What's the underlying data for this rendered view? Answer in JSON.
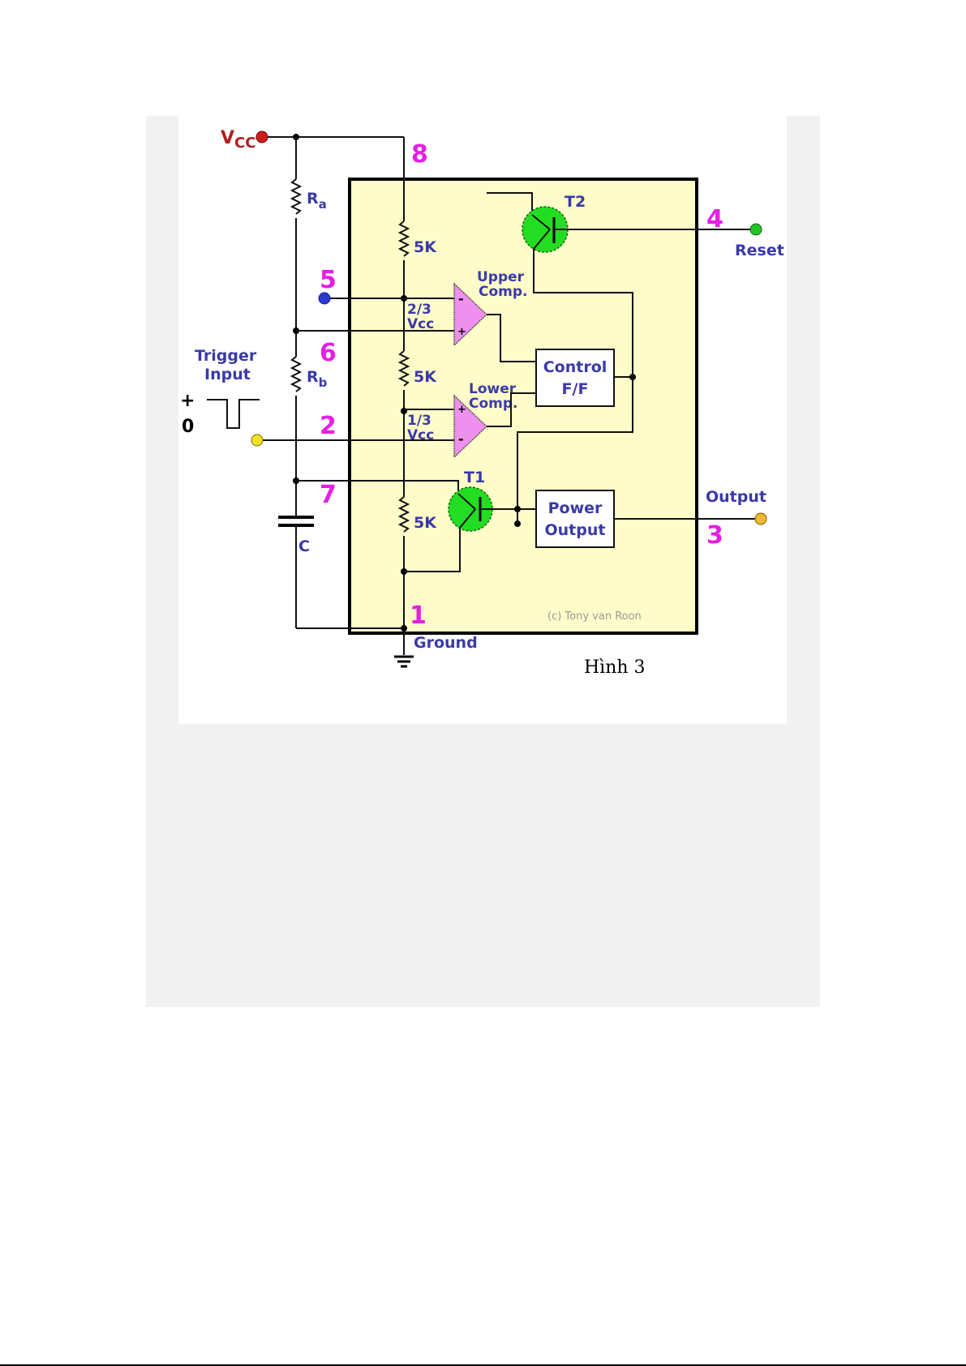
{
  "figure": {
    "caption": "Hình 3",
    "credit": "(c) Tony van Roon",
    "supply": {
      "label_main": "V",
      "label_sub": "CC",
      "color": "#cc1e1e"
    },
    "pins": {
      "p8": "8",
      "p4": "4",
      "p5": "5",
      "p6": "6",
      "p2": "2",
      "p7": "7",
      "p3": "3",
      "p1": "1"
    },
    "terminals": {
      "reset": {
        "label": "Reset",
        "color": "#22c322"
      },
      "control": {
        "color": "#2a3ad0"
      },
      "trigger": {
        "color": "#f2e02a"
      },
      "output": {
        "label": "Output",
        "color": "#f2b830"
      },
      "ground": {
        "label": "Ground"
      }
    },
    "external": {
      "ra": {
        "main": "R",
        "sub": "a"
      },
      "rb": {
        "main": "R",
        "sub": "b"
      },
      "capacitor": "C",
      "trigger_label_1": "Trigger",
      "trigger_label_2": "Input",
      "trigger_high": "+",
      "trigger_low": "0"
    },
    "internal": {
      "divider_resistor": "5K",
      "upper_comp_1": "Upper",
      "upper_comp_2": "Comp.",
      "lower_comp_1": "Lower",
      "lower_comp_2": "Comp.",
      "upper_ref_1": "2/3",
      "upper_ref_2": "Vcc",
      "lower_ref_1": "1/3",
      "lower_ref_2": "Vcc",
      "minus": "-",
      "plus": "+",
      "control_ff_1": "Control",
      "control_ff_2": "F/F",
      "power_output_1": "Power",
      "power_output_2": "Output",
      "t1": "T1",
      "t2": "T2"
    },
    "colors": {
      "chip_fill": "#fefcc8",
      "comparator_fill": "#ee90ee",
      "transistor_fill": "#22dd22",
      "label_blue": "#3a3aa8",
      "pin_magenta": "#e61ee6"
    }
  }
}
